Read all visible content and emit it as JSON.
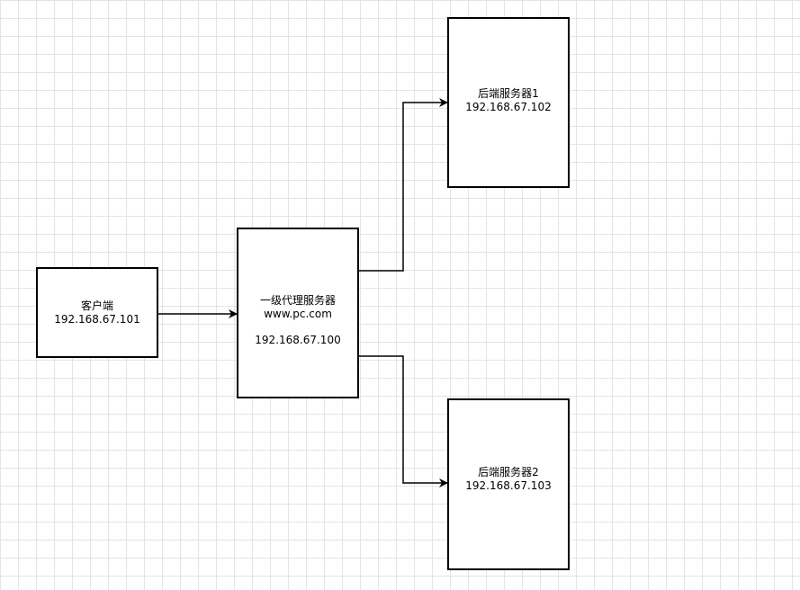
{
  "diagram": {
    "nodes": {
      "client": {
        "title": "客户端",
        "ip": "192.168.67.101"
      },
      "proxy": {
        "title": "一级代理服务器",
        "domain": "www.pc.com",
        "ip": "192.168.67.100"
      },
      "backend1": {
        "title": "后端服务器1",
        "ip": "192.168.67.102"
      },
      "backend2": {
        "title": "后端服务器2",
        "ip": "192.168.67.103"
      }
    },
    "edges": [
      {
        "from": "client",
        "to": "proxy"
      },
      {
        "from": "proxy",
        "to": "backend1"
      },
      {
        "from": "proxy",
        "to": "backend2"
      }
    ],
    "colors": {
      "stroke": "#000000",
      "node_fill": "#ffffff",
      "grid": "#e4e4e4"
    }
  }
}
